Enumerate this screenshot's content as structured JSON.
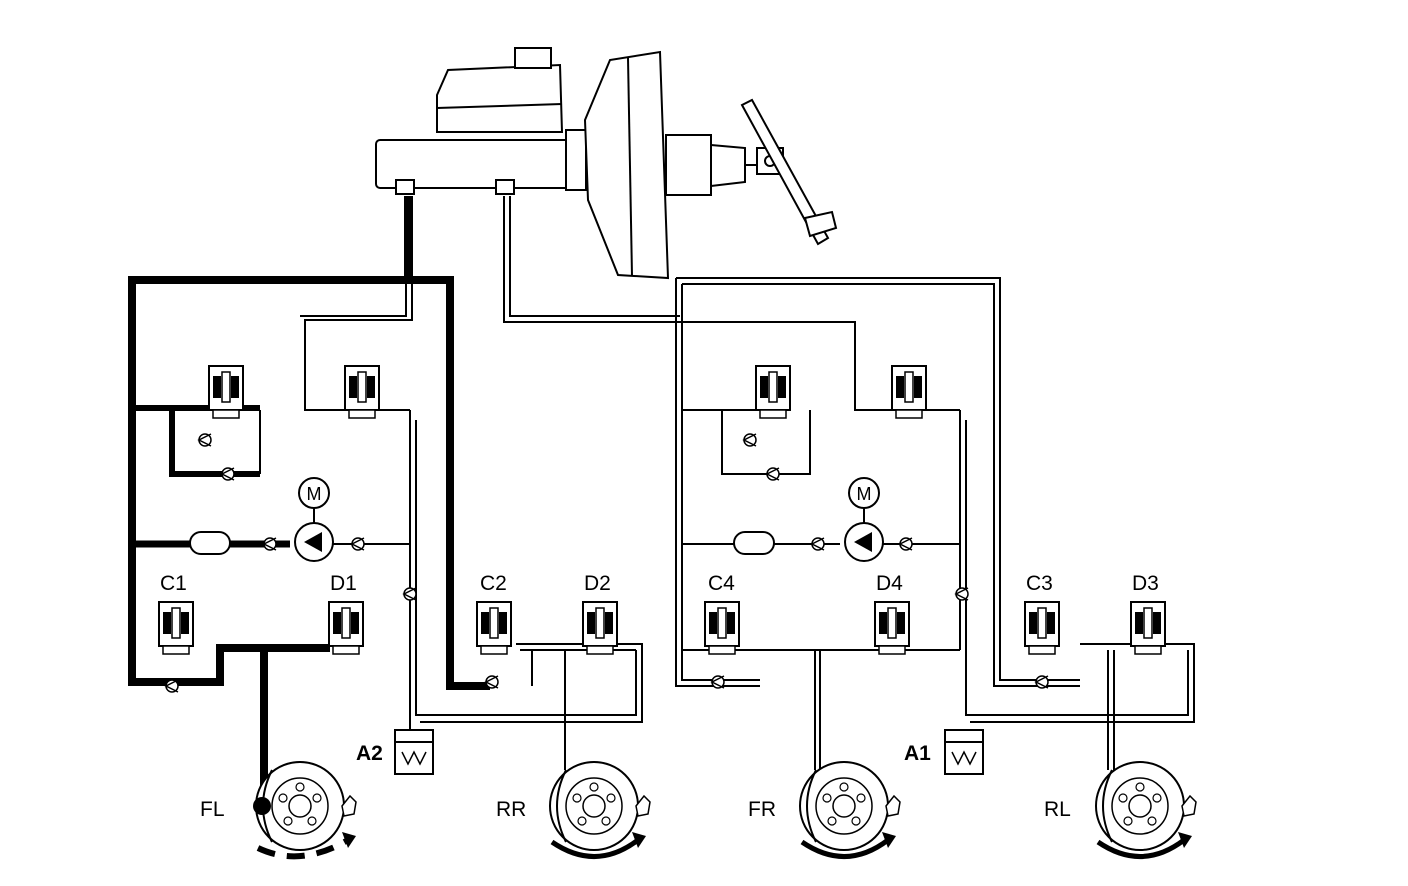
{
  "labels": {
    "C1": "C1",
    "D1": "D1",
    "C2": "C2",
    "D2": "D2",
    "C4": "C4",
    "D4": "D4",
    "C3": "C3",
    "D3": "D3",
    "A1": "A1",
    "A2": "A2",
    "FL": "FL",
    "RR": "RR",
    "FR": "FR",
    "RL": "RL",
    "motor_left": "M",
    "motor_right": "M"
  },
  "colors": {
    "line": "#000000",
    "background": "#ffffff"
  },
  "active_wheel": "FL"
}
